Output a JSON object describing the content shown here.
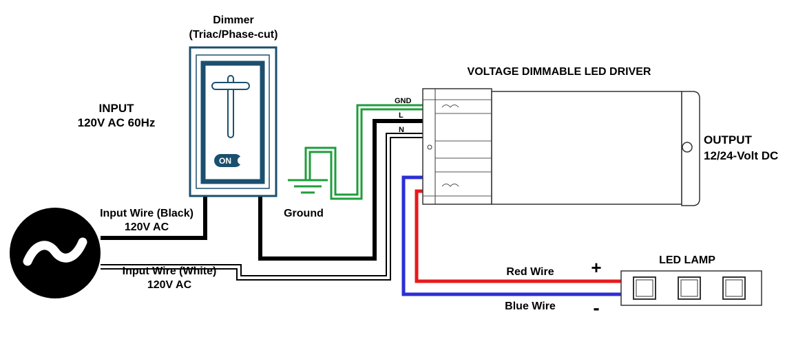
{
  "dimmer": {
    "title": "Dimmer",
    "subtitle": "(Triac/Phase-cut)",
    "on_label": "ON"
  },
  "input": {
    "title": "INPUT",
    "spec": "120V AC 60Hz",
    "black_wire": "Input Wire (Black)",
    "black_voltage": "120V AC",
    "white_wire": "Input Wire (White)",
    "white_voltage": "120V AC",
    "ac_symbol": "~"
  },
  "ground_label": "Ground",
  "driver": {
    "title": "VOLTAGE DIMMABLE LED DRIVER",
    "terminal_gnd": "GND",
    "terminal_l": "L",
    "terminal_n": "N"
  },
  "output": {
    "title": "OUTPUT",
    "spec": "12/24-Volt DC"
  },
  "lamp": {
    "title": "LED LAMP",
    "red_wire": "Red Wire",
    "blue_wire": "Blue Wire",
    "plus": "+",
    "minus": "-"
  },
  "colors": {
    "dimmer_frame": "#1b4f6e",
    "ground_wire": "#1e9e3a",
    "red_wire": "#e8191c",
    "blue_wire": "#2b2fd6",
    "black_wire": "#000000"
  }
}
